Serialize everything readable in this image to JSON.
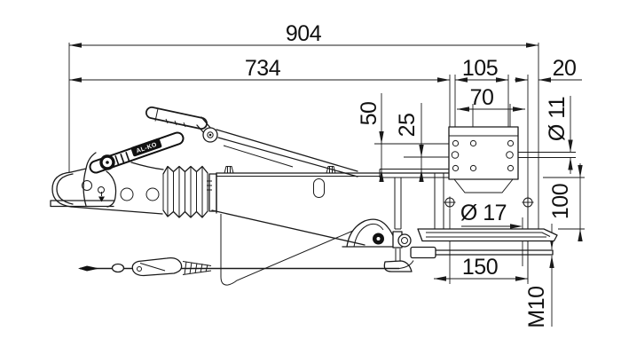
{
  "drawing": {
    "description": "Side-view technical drawing of an AL-KO overrun coupling / trailer drawbar with dimension annotations",
    "units": "mm",
    "colors": {
      "line": "#1a1a1a",
      "background": "#ffffff",
      "lever_fill": "#111111"
    },
    "labels": {
      "brand": "AL-KO"
    },
    "dims": {
      "overall": "904",
      "to_flange": "734",
      "flange_width": "105",
      "rear_offset": "20",
      "inner_holes": "70",
      "flange_hole_dia": "Ø 11",
      "top_row_height": "50",
      "mid_row_height": "25",
      "vertical_spacing": "100",
      "bracket_hole_dia": "Ø 17",
      "bracket_holes": "150",
      "thread": "M10"
    }
  }
}
